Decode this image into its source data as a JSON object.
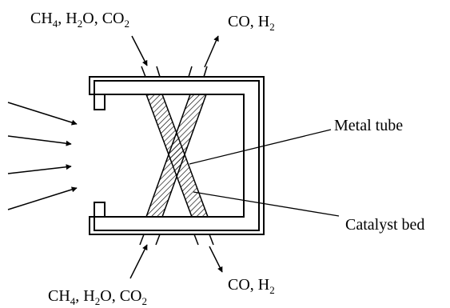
{
  "labels": {
    "inlet_top": [
      "CH",
      "4",
      ", H",
      "2",
      "O, CO",
      "2"
    ],
    "outlet_top": [
      "CO, H",
      "2"
    ],
    "inlet_bottom": [
      "CH",
      "4",
      ", H",
      "2",
      "O, CO",
      "2"
    ],
    "outlet_bottom": [
      "CO, H",
      "2"
    ],
    "metal_tube": "Metal tube",
    "catalyst_bed": "Catalyst bed"
  },
  "heat_arrows": 4,
  "colors": {
    "stroke": "#000000",
    "background": "#ffffff"
  }
}
